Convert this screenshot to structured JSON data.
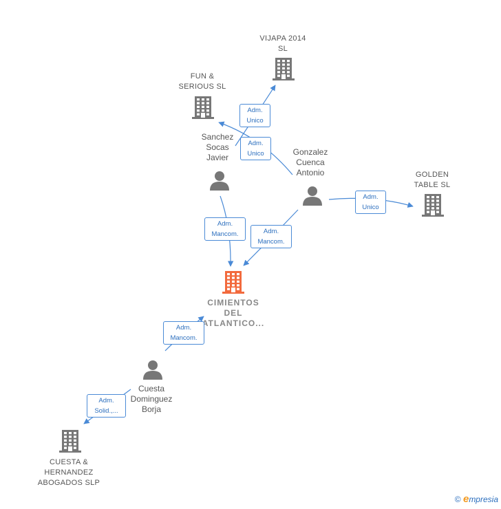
{
  "nodes": {
    "vijapa": {
      "label_lines": [
        "VIJAPA 2014",
        "SL"
      ],
      "icon": "building-icon",
      "color": "#777777"
    },
    "fun": {
      "label_lines": [
        "FUN &",
        "SERIOUS SL"
      ],
      "icon": "building-icon",
      "color": "#777777"
    },
    "golden": {
      "label_lines": [
        "GOLDEN",
        "TABLE  SL"
      ],
      "icon": "building-icon",
      "color": "#777777"
    },
    "cimientos": {
      "label_lines": [
        "CIMIENTOS",
        "DEL",
        "ATLANTICO..."
      ],
      "icon": "building-icon",
      "color": "#f26a3d"
    },
    "cuesta_hernandez": {
      "label_lines": [
        "CUESTA &",
        "HERNANDEZ",
        "ABOGADOS  SLP"
      ],
      "icon": "building-icon",
      "color": "#777777"
    },
    "sanchez": {
      "label_lines": [
        "Sanchez",
        "Socas",
        "Javier"
      ],
      "icon": "person-icon",
      "color": "#777777"
    },
    "gonzalez": {
      "label_lines": [
        "Gonzalez",
        "Cuenca",
        "Antonio"
      ],
      "icon": "person-icon",
      "color": "#777777"
    },
    "cuesta_borja": {
      "label_lines": [
        "Cuesta",
        "Dominguez",
        "Borja"
      ],
      "icon": "person-icon",
      "color": "#777777"
    }
  },
  "edges": [
    {
      "id": "e1",
      "label_lines": [
        "Adm.",
        "Unico"
      ]
    },
    {
      "id": "e2",
      "label_lines": [
        "Adm.",
        "Unico"
      ]
    },
    {
      "id": "e3",
      "label_lines": [
        "Adm.",
        "Unico"
      ]
    },
    {
      "id": "e4",
      "label_lines": [
        "Adm.",
        "Mancom."
      ]
    },
    {
      "id": "e5",
      "label_lines": [
        "Adm.",
        "Mancom."
      ]
    },
    {
      "id": "e6",
      "label_lines": [
        "Adm.",
        "Mancom."
      ]
    },
    {
      "id": "e7",
      "label_lines": [
        "Adm.",
        "Solid.,..."
      ]
    }
  ],
  "colors": {
    "edge": "#4a8ad6",
    "edge_text": "#2c6fbe",
    "focus": "#f26a3d"
  },
  "footer": {
    "copyright": "©",
    "brand_first": "e",
    "brand_rest": "mpresia"
  }
}
